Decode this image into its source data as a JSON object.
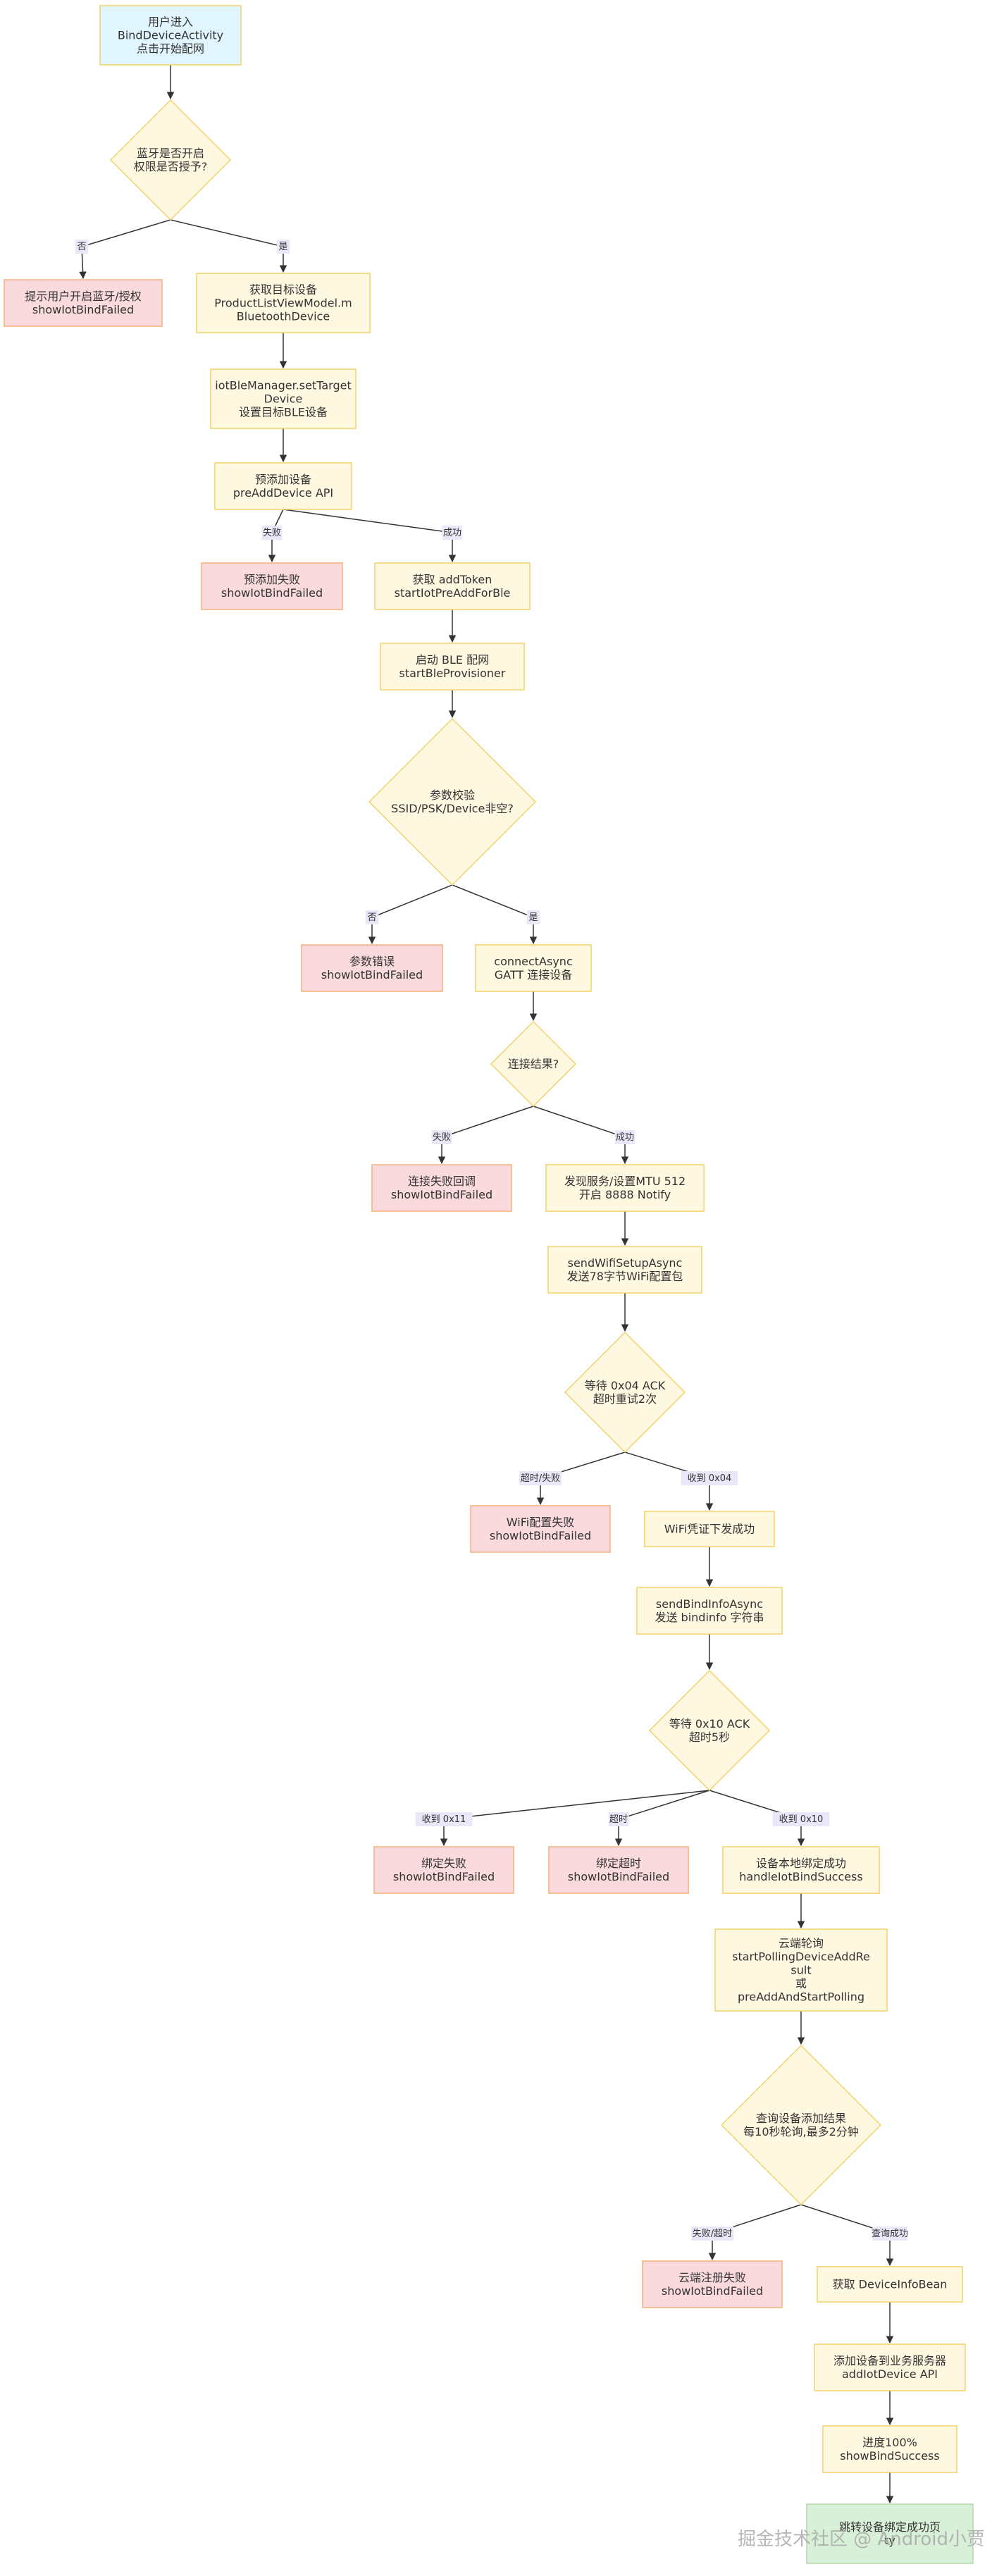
{
  "colors": {
    "start_fill": "#e1f5fe",
    "start_stroke": "#f2d26b",
    "process_fill": "#fff8e1",
    "process_stroke": "#f2d26b",
    "decision_fill": "#fff8e1",
    "decision_stroke": "#f2d26b",
    "error_fill": "#fadadd",
    "error_stroke": "#f0b27a",
    "end_fill": "#d9f0d8",
    "end_stroke": "#b5d9a8",
    "edge": "#333333",
    "label_bg": "#e8e8f8"
  },
  "nodes": {
    "n1": {
      "kind": "start",
      "lines": [
        "用户进入",
        "BindDeviceActivity",
        "点击开始配网"
      ]
    },
    "d1": {
      "kind": "decision",
      "lines": [
        "蓝牙是否开启",
        "权限是否授予?"
      ]
    },
    "e1": {
      "kind": "error",
      "lines": [
        "提示用户开启蓝牙/授权",
        "showIotBindFailed"
      ]
    },
    "n2": {
      "kind": "process",
      "lines": [
        "获取目标设备",
        "ProductListViewModel.m",
        "BluetoothDevice"
      ]
    },
    "n3": {
      "kind": "process",
      "lines": [
        "iotBleManager.setTarget",
        "Device",
        "设置目标BLE设备"
      ]
    },
    "n4": {
      "kind": "process",
      "lines": [
        "预添加设备",
        "preAddDevice API"
      ]
    },
    "e2": {
      "kind": "error",
      "lines": [
        "预添加失败",
        "showIotBindFailed"
      ]
    },
    "n5": {
      "kind": "process",
      "lines": [
        "获取 addToken",
        "startIotPreAddForBle"
      ]
    },
    "n6": {
      "kind": "process",
      "lines": [
        "启动 BLE 配网",
        "startBleProvisioner"
      ]
    },
    "d2": {
      "kind": "decision",
      "lines": [
        "参数校验",
        "SSID/PSK/Device非空?"
      ]
    },
    "e3": {
      "kind": "error",
      "lines": [
        "参数错误",
        "showIotBindFailed"
      ]
    },
    "n7": {
      "kind": "process",
      "lines": [
        "connectAsync",
        "GATT 连接设备"
      ]
    },
    "d3": {
      "kind": "decision",
      "lines": [
        "连接结果?"
      ]
    },
    "e4": {
      "kind": "error",
      "lines": [
        "连接失败回调",
        "showIotBindFailed"
      ]
    },
    "n8": {
      "kind": "process",
      "lines": [
        "发现服务/设置MTU 512",
        "开启 8888 Notify"
      ]
    },
    "n9": {
      "kind": "process",
      "lines": [
        "sendWifiSetupAsync",
        "发送78字节WiFi配置包"
      ]
    },
    "d4": {
      "kind": "decision",
      "lines": [
        "等待 0x04 ACK",
        "超时重试2次"
      ]
    },
    "e5": {
      "kind": "error",
      "lines": [
        "WiFi配置失败",
        "showIotBindFailed"
      ]
    },
    "n10": {
      "kind": "process",
      "lines": [
        "WiFi凭证下发成功"
      ]
    },
    "n11": {
      "kind": "process",
      "lines": [
        "sendBindInfoAsync",
        "发送 bindinfo 字符串"
      ]
    },
    "d5": {
      "kind": "decision",
      "lines": [
        "等待 0x10 ACK",
        "超时5秒"
      ]
    },
    "e6": {
      "kind": "error",
      "lines": [
        "绑定失败",
        "showIotBindFailed"
      ]
    },
    "e7": {
      "kind": "error",
      "lines": [
        "绑定超时",
        "showIotBindFailed"
      ]
    },
    "n12": {
      "kind": "process",
      "lines": [
        "设备本地绑定成功",
        "handleIotBindSuccess"
      ]
    },
    "n13": {
      "kind": "process",
      "lines": [
        "云端轮询",
        "startPollingDeviceAddRe",
        "sult",
        "或",
        "preAddAndStartPolling"
      ]
    },
    "d6": {
      "kind": "decision",
      "lines": [
        "查询设备添加结果",
        "每10秒轮询,最多2分钟"
      ]
    },
    "e8": {
      "kind": "error",
      "lines": [
        "云端注册失败",
        "showIotBindFailed"
      ]
    },
    "n14": {
      "kind": "process",
      "lines": [
        "获取 DeviceInfoBean"
      ]
    },
    "n15": {
      "kind": "process",
      "lines": [
        "添加设备到业务服务器",
        "addIotDevice API"
      ]
    },
    "n16": {
      "kind": "process",
      "lines": [
        "进度100%",
        "showBindSuccess"
      ]
    },
    "n17": {
      "kind": "end",
      "lines": [
        "跳转设备绑定成功页",
        "ty"
      ]
    }
  },
  "edges": [
    {
      "from": "n1",
      "to": "d1",
      "label": ""
    },
    {
      "from": "d1",
      "to": "e1",
      "label": "否"
    },
    {
      "from": "d1",
      "to": "n2",
      "label": "是"
    },
    {
      "from": "n2",
      "to": "n3",
      "label": ""
    },
    {
      "from": "n3",
      "to": "n4",
      "label": ""
    },
    {
      "from": "n4",
      "to": "e2",
      "label": "失败"
    },
    {
      "from": "n4",
      "to": "n5",
      "label": "成功"
    },
    {
      "from": "n5",
      "to": "n6",
      "label": ""
    },
    {
      "from": "n6",
      "to": "d2",
      "label": ""
    },
    {
      "from": "d2",
      "to": "e3",
      "label": "否"
    },
    {
      "from": "d2",
      "to": "n7",
      "label": "是"
    },
    {
      "from": "n7",
      "to": "d3",
      "label": ""
    },
    {
      "from": "d3",
      "to": "e4",
      "label": "失败"
    },
    {
      "from": "d3",
      "to": "n8",
      "label": "成功"
    },
    {
      "from": "n8",
      "to": "n9",
      "label": ""
    },
    {
      "from": "n9",
      "to": "d4",
      "label": ""
    },
    {
      "from": "d4",
      "to": "e5",
      "label": "超时/失败"
    },
    {
      "from": "d4",
      "to": "n10",
      "label": "收到 0x04"
    },
    {
      "from": "n10",
      "to": "n11",
      "label": ""
    },
    {
      "from": "n11",
      "to": "d5",
      "label": ""
    },
    {
      "from": "d5",
      "to": "e6",
      "label": "收到 0x11"
    },
    {
      "from": "d5",
      "to": "e7",
      "label": "超时"
    },
    {
      "from": "d5",
      "to": "n12",
      "label": "收到 0x10"
    },
    {
      "from": "n12",
      "to": "n13",
      "label": ""
    },
    {
      "from": "n13",
      "to": "d6",
      "label": ""
    },
    {
      "from": "d6",
      "to": "e8",
      "label": "失败/超时"
    },
    {
      "from": "d6",
      "to": "n14",
      "label": "查询成功"
    },
    {
      "from": "n14",
      "to": "n15",
      "label": ""
    },
    {
      "from": "n15",
      "to": "n16",
      "label": ""
    },
    {
      "from": "n16",
      "to": "n17",
      "label": ""
    }
  ],
  "watermark": "掘金技术社区 @ Android小贾"
}
